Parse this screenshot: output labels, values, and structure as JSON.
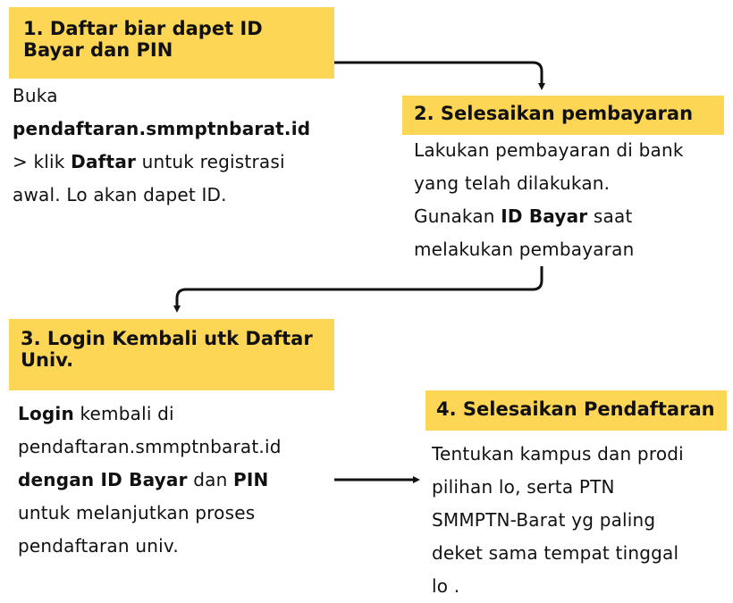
{
  "steps": [
    {
      "title_line1": "1. Daftar biar dapet ID",
      "title_line2": "Bayar dan PIN",
      "body": {
        "l1": "Buka",
        "l2_bold": "pendaftaran.smmptnbarat.id",
        "l3_pre": "> klik ",
        "l3_bold": "Daftar",
        "l3_post": " untuk registrasi",
        "l4": "awal. Lo akan dapet ID."
      }
    },
    {
      "title": "2. Selesaikan pembayaran",
      "body": {
        "l1": "Lakukan pembayaran di bank",
        "l2": "yang telah dilakukan.",
        "l3_pre": "Gunakan ",
        "l3_bold": "ID Bayar",
        "l3_post": " saat",
        "l4": "melakukan pembayaran"
      }
    },
    {
      "title_line1": "3. Login Kembali utk Daftar",
      "title_line2": "Univ.",
      "body": {
        "l1_bold": "Login",
        "l1_post": " kembali di",
        "l2": "pendaftaran.smmptnbarat.id",
        "l3_bold1": "dengan ID Bayar",
        "l3_mid": " dan ",
        "l3_bold2": "PIN",
        "l4": "untuk melanjutkan proses",
        "l5": "pendaftaran univ."
      }
    },
    {
      "title": "4. Selesaikan Pendaftaran",
      "body": {
        "l1": "Tentukan kampus dan prodi",
        "l2": "pilihan lo, serta PTN",
        "l3": "SMMPTN-Barat yg paling",
        "l4": "deket sama tempat tinggal",
        "l5": "lo ."
      }
    }
  ],
  "colors": {
    "box_fill": "#fdd655",
    "text": "#111111",
    "arrow": "#111111"
  }
}
